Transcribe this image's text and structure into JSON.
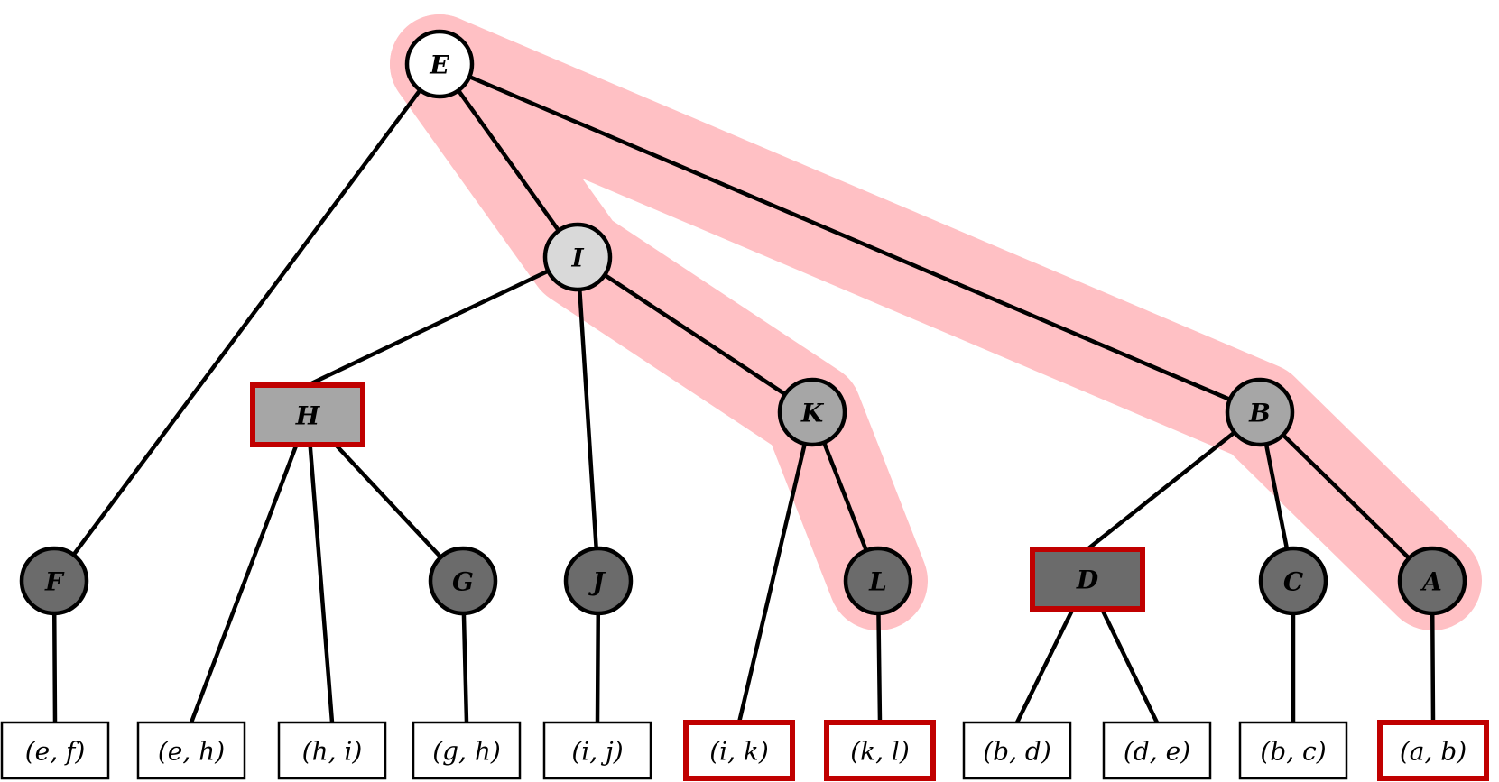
{
  "colors": {
    "highlight": "#ffc0c4",
    "edge": "#000000",
    "node_white": "#ffffff",
    "node_light": "#d9d9d9",
    "node_mid": "#a6a6a6",
    "node_dark": "#6b6b6b",
    "red_border": "#c00000"
  },
  "nodes": [
    {
      "id": "E",
      "label": "E",
      "shape": "circle",
      "fill": "white",
      "red": false
    },
    {
      "id": "I",
      "label": "I",
      "shape": "circle",
      "fill": "light",
      "red": false
    },
    {
      "id": "H",
      "label": "H",
      "shape": "rect",
      "fill": "mid",
      "red": true
    },
    {
      "id": "K",
      "label": "K",
      "shape": "circle",
      "fill": "mid",
      "red": false
    },
    {
      "id": "B",
      "label": "B",
      "shape": "circle",
      "fill": "mid",
      "red": false
    },
    {
      "id": "F",
      "label": "F",
      "shape": "circle",
      "fill": "dark",
      "red": false
    },
    {
      "id": "G",
      "label": "G",
      "shape": "circle",
      "fill": "dark",
      "red": false
    },
    {
      "id": "J",
      "label": "J",
      "shape": "circle",
      "fill": "dark",
      "red": false
    },
    {
      "id": "L",
      "label": "L",
      "shape": "circle",
      "fill": "dark",
      "red": false
    },
    {
      "id": "D",
      "label": "D",
      "shape": "rect",
      "fill": "dark",
      "red": true
    },
    {
      "id": "C",
      "label": "C",
      "shape": "circle",
      "fill": "dark",
      "red": false
    },
    {
      "id": "A",
      "label": "A",
      "shape": "circle",
      "fill": "dark",
      "red": false
    }
  ],
  "leaves": [
    {
      "id": "ef",
      "label": "(e, f)",
      "red": false
    },
    {
      "id": "eh",
      "label": "(e, h)",
      "red": false
    },
    {
      "id": "hi",
      "label": "(h, i)",
      "red": false
    },
    {
      "id": "gh",
      "label": "(g, h)",
      "red": false
    },
    {
      "id": "ij",
      "label": "(i, j)",
      "red": false
    },
    {
      "id": "ik",
      "label": "(i, k)",
      "red": true
    },
    {
      "id": "kl",
      "label": "(k, l)",
      "red": true
    },
    {
      "id": "bd",
      "label": "(b, d)",
      "red": false
    },
    {
      "id": "de",
      "label": "(d, e)",
      "red": false
    },
    {
      "id": "bc",
      "label": "(b, c)",
      "red": false
    },
    {
      "id": "ab",
      "label": "(a, b)",
      "red": true
    }
  ],
  "edges": [
    [
      "E",
      "F"
    ],
    [
      "E",
      "I"
    ],
    [
      "E",
      "B"
    ],
    [
      "I",
      "H"
    ],
    [
      "I",
      "J"
    ],
    [
      "I",
      "K"
    ],
    [
      "H",
      "eh"
    ],
    [
      "H",
      "hi"
    ],
    [
      "H",
      "G"
    ],
    [
      "K",
      "ik"
    ],
    [
      "K",
      "L"
    ],
    [
      "B",
      "D"
    ],
    [
      "B",
      "C"
    ],
    [
      "B",
      "A"
    ],
    [
      "F",
      "ef"
    ],
    [
      "G",
      "gh"
    ],
    [
      "J",
      "ij"
    ],
    [
      "L",
      "kl"
    ],
    [
      "D",
      "bd"
    ],
    [
      "D",
      "de"
    ],
    [
      "C",
      "bc"
    ],
    [
      "A",
      "ab"
    ]
  ],
  "highlight_paths": [
    [
      "E",
      "I",
      "K",
      "L"
    ],
    [
      "E",
      "B",
      "A"
    ]
  ]
}
